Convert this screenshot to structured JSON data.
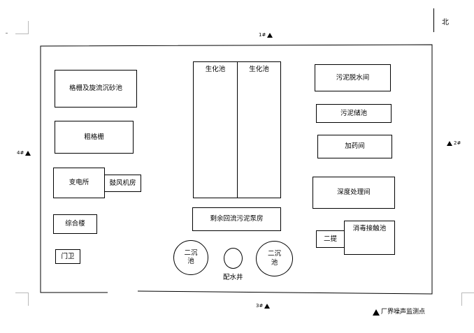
{
  "north": {
    "label": "北"
  },
  "monitor_points": [
    {
      "id": "1#"
    },
    {
      "id": "2#"
    },
    {
      "id": "3#"
    },
    {
      "id": "4#"
    }
  ],
  "legend": {
    "label": "厂界噪声监测点"
  },
  "facilities": {
    "grille_sand_tank": "格栅及旋流沉砂池",
    "coarse_grille": "粗格栅",
    "substation": "变电所",
    "blower_room": "鼓风机房",
    "office_building": "综合楼",
    "guard_room": "门卫",
    "bio_tank_1": "生化池",
    "bio_tank_2": "生化池",
    "sludge_pump_room": "剩余回流污泥泵房",
    "secondary_clarifier_1": "二沉\n池",
    "secondary_clarifier_2": "二沉\n池",
    "distribution_well": "配水井",
    "sludge_dewatering": "污泥脱水间",
    "sludge_storage": "污泥储池",
    "dosing_room": "加药间",
    "advanced_treatment": "深度处理间",
    "secondary_lift": "二提",
    "disinfection_tank": "消毒接触池"
  }
}
